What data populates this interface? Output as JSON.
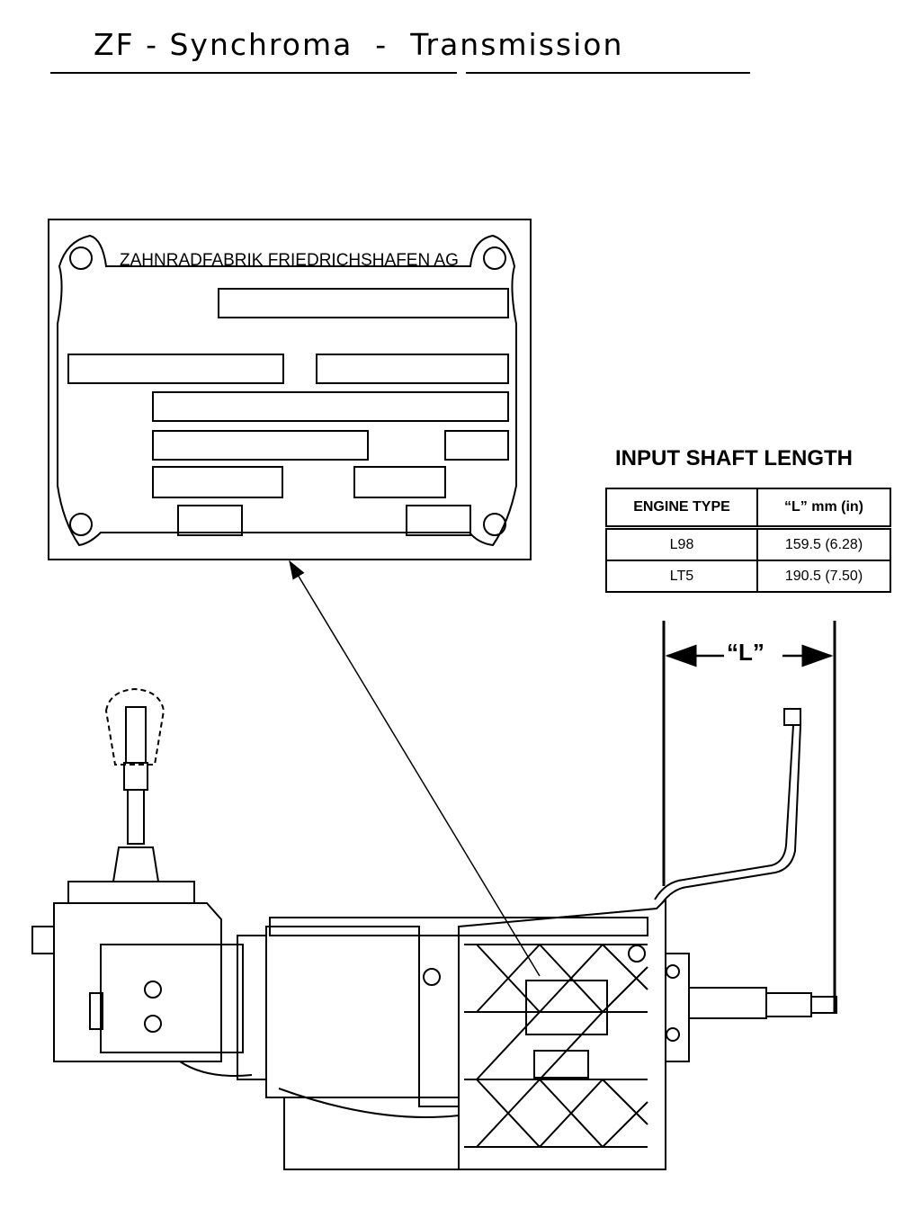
{
  "title": "ZF - Synchroma  -  Transmission",
  "nameplate": {
    "maker": "ZAHNRADFABRIK FRIEDRICHSHAFEN AG"
  },
  "table": {
    "heading": "INPUT SHAFT LENGTH",
    "columns": [
      "ENGINE TYPE",
      "“L” mm (in)"
    ],
    "rows": [
      [
        "L98",
        "159.5 (6.28)"
      ],
      [
        "LT5",
        "190.5 (7.50)"
      ]
    ]
  },
  "dimension_label": "“L”",
  "icons": {
    "nameplate": "id-plate-icon",
    "transmission": "transmission-icon"
  }
}
